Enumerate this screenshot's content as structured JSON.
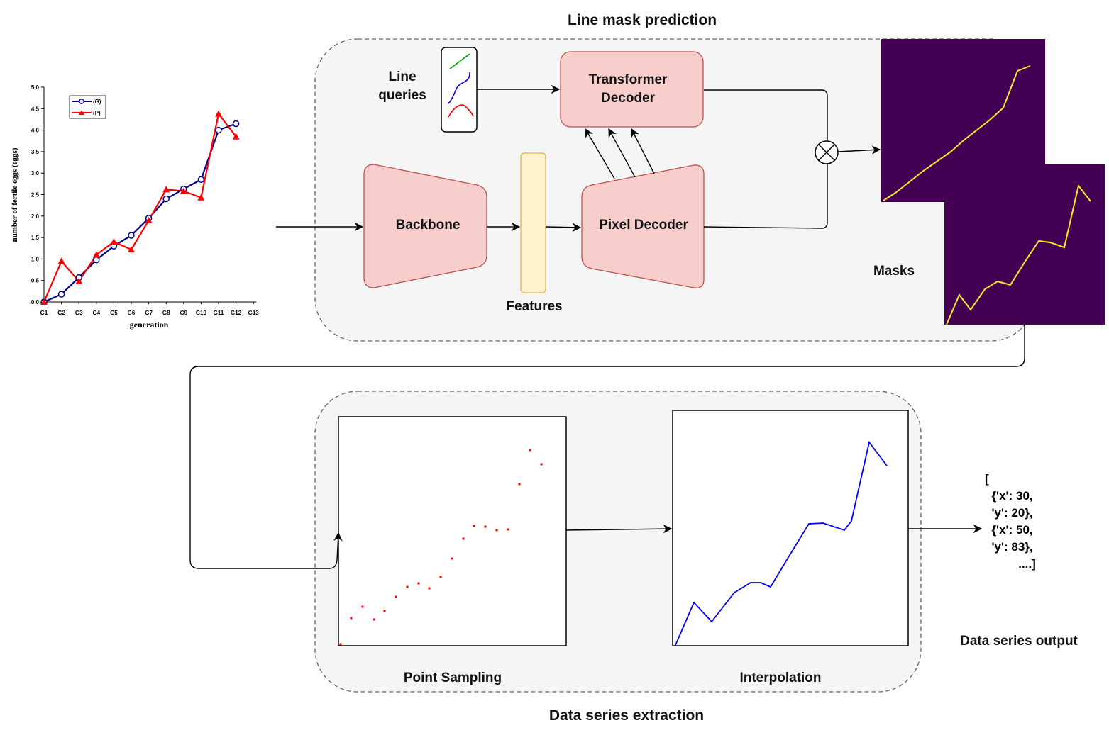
{
  "colors": {
    "panel_fill": "#f5f5f5",
    "panel_border": "#666666",
    "block_fill": "#f8cecc",
    "block_border": "#b85450",
    "feature_fill": "#fff2cc",
    "feature_border": "#d6b656",
    "mask_bg": "#440154",
    "mask_line": "#fde725",
    "series_g": "#00008b",
    "series_p": "#ff0000",
    "sample_points": "#ff0000",
    "interp_line": "#0000ff",
    "query_green": "#00a000",
    "query_blue": "#0000ff",
    "query_red": "#ff0000"
  },
  "titles": {
    "line_mask_prediction": "Line mask prediction",
    "data_series_extraction": "Data series extraction"
  },
  "blocks": {
    "line_queries": "Line\nqueries",
    "transformer_decoder": "Transformer\nDecoder",
    "backbone": "Backbone",
    "features": "Features",
    "pixel_decoder": "Pixel Decoder",
    "masks": "Masks",
    "point_sampling": "Point Sampling",
    "interpolation": "Interpolation",
    "data_series_output": "Data series output"
  },
  "output_text": [
    "[",
    "  {'x': 30,",
    "  'y': 20},",
    "  {'x': 50,",
    "  'y': 83},",
    "          ....]"
  ],
  "chart_data": {
    "type": "line",
    "ylabel": "number of fertile eggs (eggs)",
    "xlabel": "generation",
    "categories": [
      "G1",
      "G2",
      "G3",
      "G4",
      "G5",
      "G6",
      "G7",
      "G8",
      "G9",
      "G10",
      "G11",
      "G12",
      "G13"
    ],
    "y_ticks": [
      "0,0",
      "0,5",
      "1,0",
      "1,5",
      "2,0",
      "2,5",
      "3,0",
      "3,5",
      "4,0",
      "4,5",
      "5,0"
    ],
    "ylim": [
      0,
      5
    ],
    "legend_position": "top-left",
    "series": [
      {
        "name": "(G)",
        "marker": "circle",
        "values": [
          0,
          0.18,
          0.57,
          0.98,
          1.3,
          1.55,
          1.95,
          2.4,
          2.63,
          2.85,
          4.0,
          4.15
        ]
      },
      {
        "name": "(P)",
        "marker": "triangle",
        "values": [
          0,
          0.95,
          0.48,
          1.1,
          1.4,
          1.22,
          1.9,
          2.62,
          2.58,
          2.43,
          4.38,
          3.85
        ]
      }
    ]
  }
}
